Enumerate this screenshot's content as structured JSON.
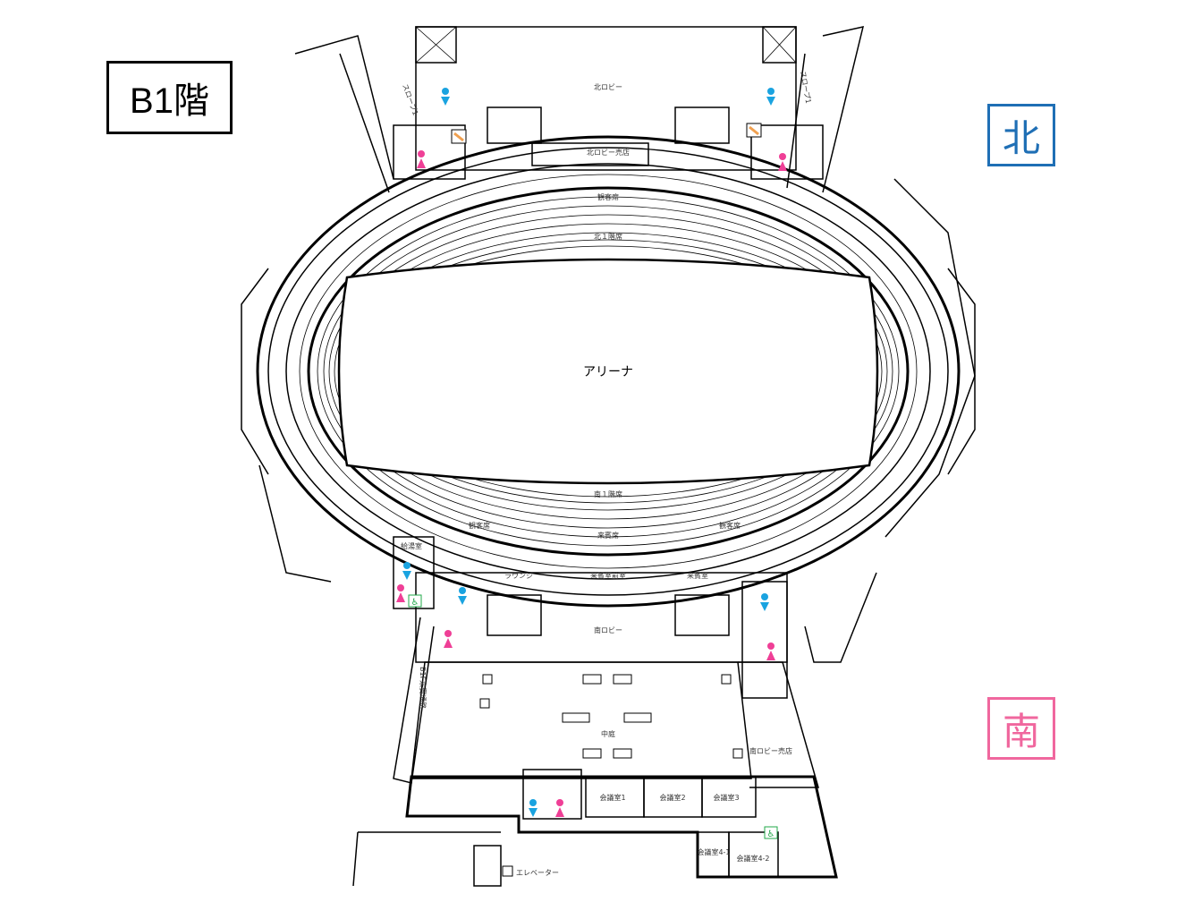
{
  "floor_label": "B1階",
  "directions": {
    "north": {
      "label": "北",
      "color": "#1f6fb5"
    },
    "south": {
      "label": "南",
      "color": "#f0679e"
    }
  },
  "icon_colors": {
    "male_toilet": "#1aa3e0",
    "female_toilet": "#ef3f96",
    "accessible_toilet": "#22a84a",
    "baby_room": "#f0a050"
  },
  "map_labels": {
    "north_lobby": "北ロビー",
    "north_lobby_shop": "北ロビー売店",
    "north_stands": "観客席",
    "north_1f_seats": "北１階席",
    "arena": "アリーナ",
    "south_1f_seats": "南１階席",
    "south_stands_left": "観客席",
    "south_stands_right": "観客席",
    "guest_seats": "来賓席",
    "kitchenette": "給湯室",
    "lounge": "ラウンジ",
    "guest_anteroom": "来賓室前室",
    "guest_room": "来賓室",
    "south_lobby": "南ロビー",
    "b1f_guest_passage": "B1F来賓通路",
    "courtyard": "中庭",
    "south_lobby_shop": "南ロビー売店",
    "meeting_room_1": "会議室1",
    "meeting_room_2": "会議室2",
    "meeting_room_3": "会議室3",
    "meeting_room_4_1": "会議室4-1",
    "meeting_room_4_2": "会議室4-2",
    "elevator": "エレベーター",
    "slope_west": "スロープ1",
    "slope_east": "スロープ1"
  }
}
